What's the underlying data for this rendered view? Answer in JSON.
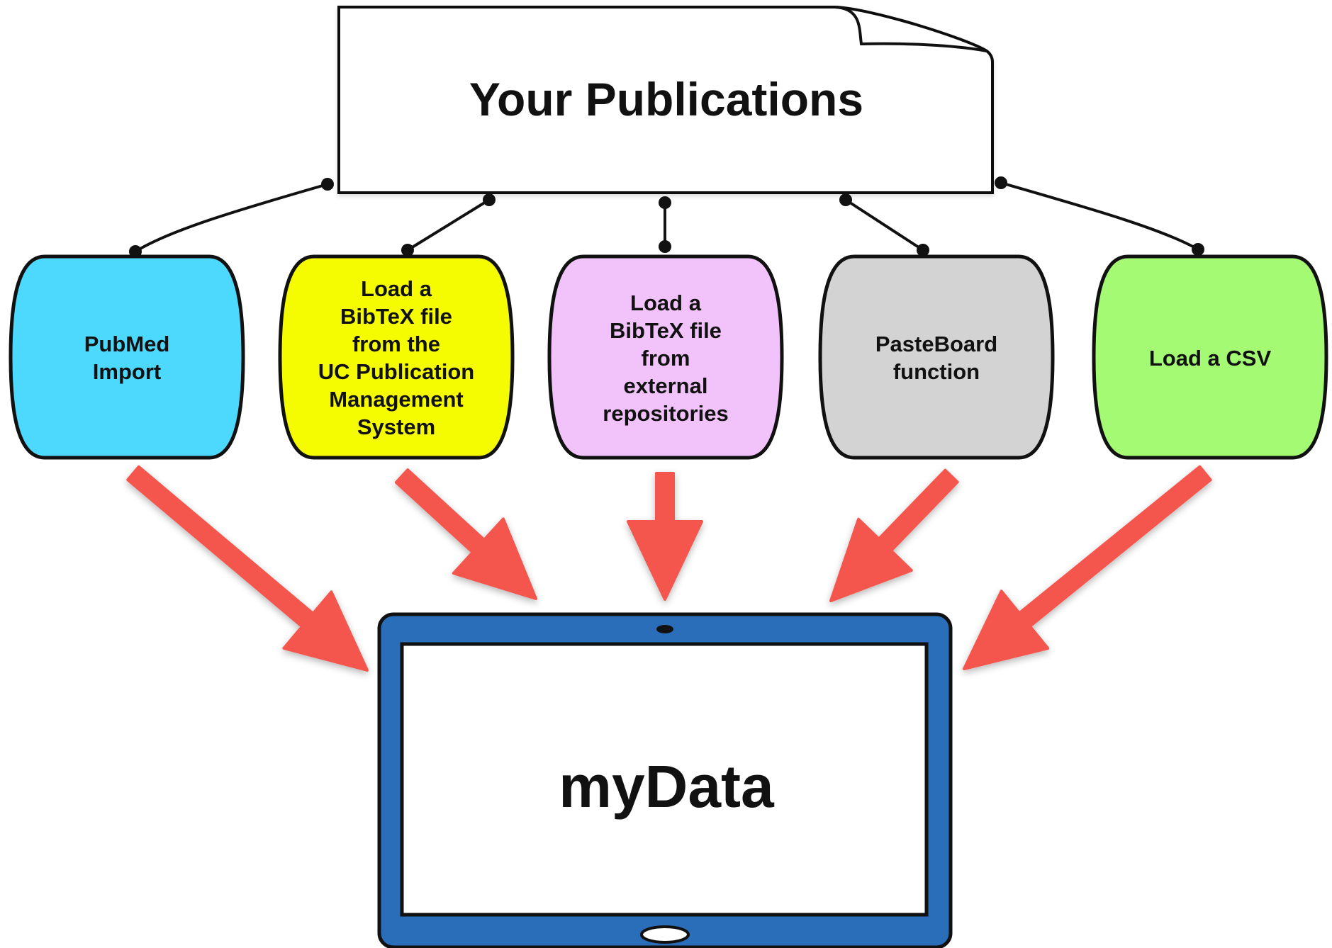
{
  "title": "Your Publications",
  "sources": [
    {
      "label": "PubMed\nImport",
      "color": "#4dd9fd"
    },
    {
      "label": "Load a\nBibTeX file\nfrom the\nUC Publication\nManagement\nSystem",
      "color": "#f5fb00"
    },
    {
      "label": "Load a\nBibTeX file\nfrom\nexternal\nrepositories",
      "color": "#f2c3fa"
    },
    {
      "label": "PasteBoard\nfunction",
      "color": "#d3d3d3"
    },
    {
      "label": "Load a CSV",
      "color": "#a5fa74"
    }
  ],
  "target": {
    "label": "myData",
    "frame_color": "#2a6db8"
  },
  "arrow_color": "#f4574e"
}
